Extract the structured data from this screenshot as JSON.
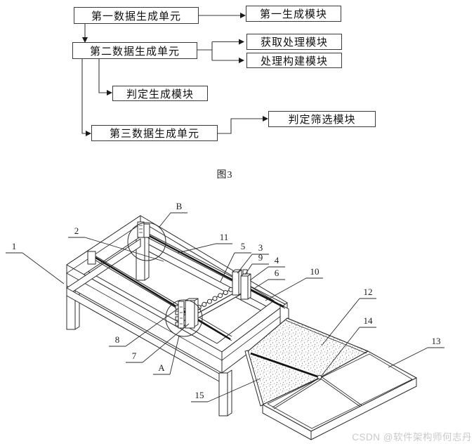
{
  "figure_caption": "图3",
  "flowchart": {
    "units": [
      {
        "label": "第一数据生成单元"
      },
      {
        "label": "第二数据生成单元"
      },
      {
        "label": "第三数据生成单元"
      }
    ],
    "modules": [
      {
        "label": "第一生成模块"
      },
      {
        "label": "获取处理模块"
      },
      {
        "label": "处理构建模块"
      },
      {
        "label": "判定生成模块"
      },
      {
        "label": "判定筛选模块"
      }
    ]
  },
  "diagram": {
    "labels": [
      {
        "text": "1"
      },
      {
        "text": "2"
      },
      {
        "text": "B"
      },
      {
        "text": "11"
      },
      {
        "text": "5"
      },
      {
        "text": "3"
      },
      {
        "text": "9"
      },
      {
        "text": "4"
      },
      {
        "text": "6"
      },
      {
        "text": "10"
      },
      {
        "text": "12"
      },
      {
        "text": "14"
      },
      {
        "text": "13"
      },
      {
        "text": "8"
      },
      {
        "text": "7"
      },
      {
        "text": "A"
      },
      {
        "text": "15"
      }
    ]
  },
  "watermark": {
    "text": "CSDN @软件架构师何志丹",
    "color": "#c9c9c9"
  }
}
